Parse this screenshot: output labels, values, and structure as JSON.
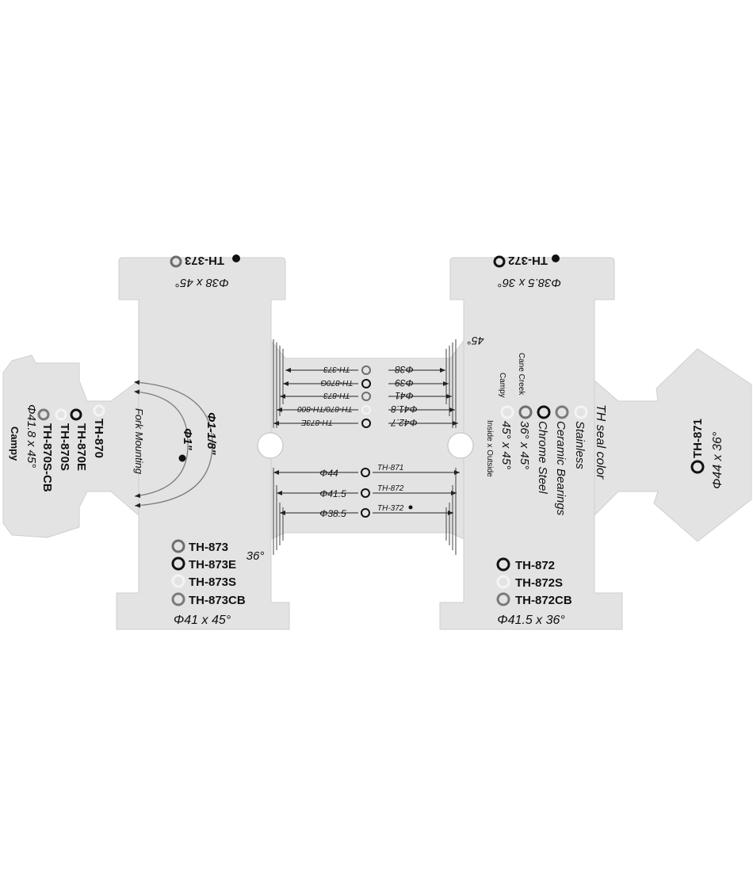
{
  "top_left_tab": {
    "spec": "Φ38 x 45°",
    "model": "TH-373"
  },
  "top_right_tab": {
    "spec": "Φ38.5 x 36°",
    "model": "TH-372"
  },
  "left_wing": {
    "models": [
      "TH-870",
      "TH-870E",
      "TH-870S",
      "TH-870S-CB"
    ],
    "spec": "Φ41.8 x 45°",
    "brand": "Campy"
  },
  "fork": {
    "label": "Fork Mounting",
    "one_inch": "Φ1\"",
    "one_eighth": "Φ1-1/8\""
  },
  "upper_center": {
    "angle": "45°",
    "rows": [
      {
        "model": "TH-373",
        "size": "Φ38"
      },
      {
        "model": "TH-870G",
        "size": "Φ39"
      },
      {
        "model": "TH-873",
        "size": "Φ41"
      },
      {
        "model": "TH-870/TH-800",
        "size": "Φ41.8"
      },
      {
        "model": "TH-873E",
        "size": "Φ42.7"
      }
    ]
  },
  "lower_center": {
    "angle": "36°",
    "rows": [
      {
        "size": "Φ44",
        "model": "TH-871"
      },
      {
        "size": "Φ41.5",
        "model": "TH-872"
      },
      {
        "size": "Φ38.5",
        "model": "TH-372"
      }
    ]
  },
  "legend": {
    "title": "TH seal color",
    "items": [
      "Stainless",
      "Ceramic Bearings",
      "Chrome Steel"
    ],
    "angles": [
      "36° x 45°",
      "45° x 45°"
    ],
    "axis": "Inside  x  Outside",
    "brands": [
      "Cane Creek",
      "Campy"
    ]
  },
  "bottom_left": {
    "models": [
      "TH-873",
      "TH-873E",
      "TH-873S",
      "TH-873CB"
    ],
    "spec": "Φ41 x 45°"
  },
  "bottom_right": {
    "models": [
      "TH-872",
      "TH-872S",
      "TH-872CB"
    ],
    "spec": "Φ41.5 x 36°"
  },
  "right_arrow": {
    "model": "TH-871",
    "spec": "Φ44 x 36°"
  },
  "colors": {
    "plate": "#e3e3e3",
    "plate_edge": "#cfcfcf",
    "chrome_steel": "#111111",
    "ceramic_bearings": "#7a7a7a",
    "stainless": "#f4f4f4",
    "gray_marker": "#6e6e6e"
  }
}
